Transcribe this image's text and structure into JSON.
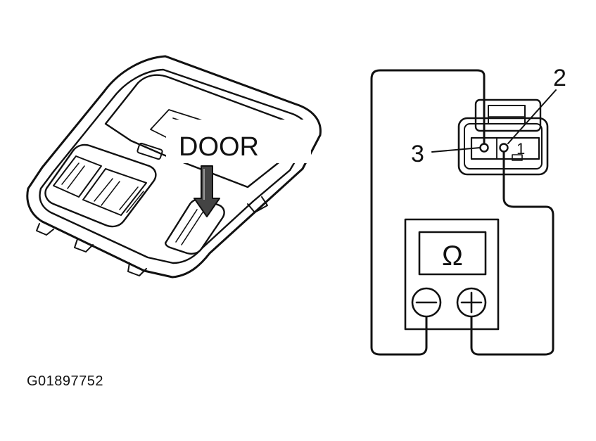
{
  "labels": {
    "door": "DOOR",
    "terminal_2": "2",
    "terminal_3": "3",
    "terminal_1": "1",
    "meter_symbol": "Ω",
    "figure_id": "G01897752"
  },
  "icons": {
    "ohmmeter": "ohmmeter-icon",
    "negative_probe": "minus-icon",
    "positive_probe": "plus-icon",
    "pointer": "down-arrow-icon"
  }
}
